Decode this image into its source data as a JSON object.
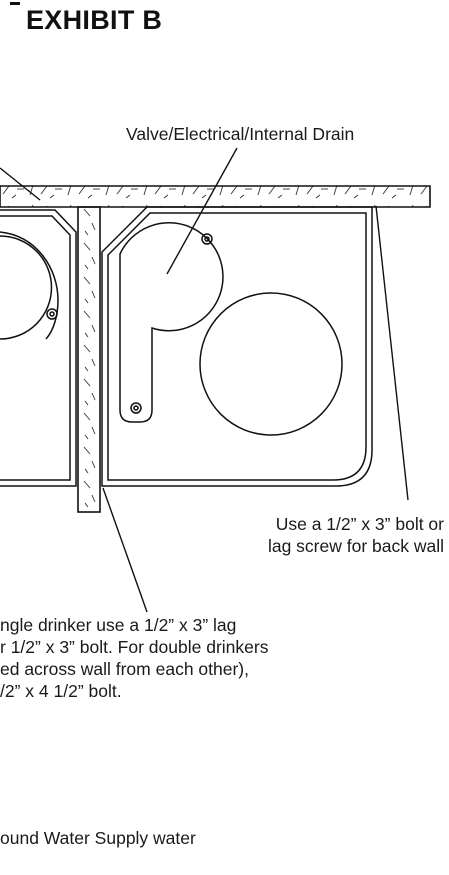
{
  "title": "EXHIBIT B",
  "labels": {
    "valve": "Valve/Electrical/Internal Drain",
    "backwall_line1": "Use a 1/2” x 3” bolt or",
    "backwall_line2": "lag screw for back wall",
    "note_line1": "ngle drinker use a 1/2” x 3” lag",
    "note_line2": "r 1/2” x 3” bolt. For double drinkers",
    "note_line3": "ed across wall from each other),",
    "note_line4": "/2” x 4 1/2” bolt.",
    "supply": "ound Water Supply water"
  }
}
